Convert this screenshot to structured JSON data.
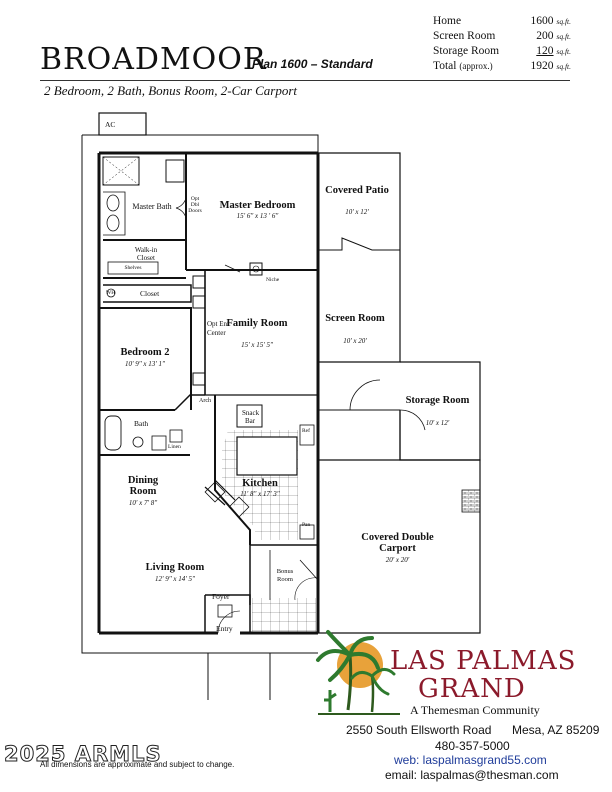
{
  "header": {
    "title": "BROADMOOR",
    "plan": "Plan 1600 – Standard",
    "subtitle": "2 Bedroom, 2 Bath, Bonus Room, 2-Car Carport"
  },
  "areas": [
    {
      "label": "Home",
      "value": "1600",
      "unit": "sq.ft."
    },
    {
      "label": "Screen Room",
      "value": "200",
      "unit": "sq.ft."
    },
    {
      "label": "Storage Room",
      "value": "120",
      "unit": "sq.ft."
    },
    {
      "label": "Total",
      "qualifier": "(approx.)",
      "value": "1920",
      "unit": "sq.ft."
    }
  ],
  "floorplan": {
    "ac": "AC",
    "master_bedroom": {
      "name": "Master Bedroom",
      "dim": "15' 6\" x 13 ' 6\""
    },
    "master_bath": {
      "name": "Master Bath"
    },
    "opt_dbl_doors": "Opt Dbl Doors",
    "walkin_closet": "Walk-in Closet",
    "shelves": "Shelves",
    "niche": "Niche",
    "closet": "Closet",
    "wh": "WH",
    "covered_patio": {
      "name": "Covered Patio",
      "dim": "10' x 12'"
    },
    "family_room": {
      "name": "Family Room",
      "dim": "15' x 15' 5\""
    },
    "opt_ent_center": "Opt Ent Center",
    "bedroom2": {
      "name": "Bedroom 2",
      "dim": "10' 9\" x 13' 1\""
    },
    "screen_room": {
      "name": "Screen Room",
      "dim": "10' x 20'"
    },
    "storage_room": {
      "name": "Storage Room",
      "dim": "10' x 12'"
    },
    "arch": "Arch",
    "bath": "Bath",
    "linen": "Linen",
    "pan": "Pan",
    "ref": "Ref",
    "snack_bar": "Snack Bar",
    "kitchen": {
      "name": "Kitchen",
      "dim": "11' 8\" x 17' 3\""
    },
    "dining_room": {
      "name": "Dining Room",
      "dim": "10' x 7' 8\""
    },
    "bonus_room": "Bonus Room",
    "carport": {
      "name": "Covered Double Carport",
      "dim": "20' x 20'"
    },
    "living_room": {
      "name": "Living Room",
      "dim": "12' 9\" x 14' 5\""
    },
    "foyer": "Foyer",
    "entry": "Entry"
  },
  "branding": {
    "line1": "LAS PALMAS",
    "line2": "GRAND",
    "tagline": "A Themesman Community",
    "address": "2550 South Ellsworth Road",
    "city": "Mesa, AZ 85209",
    "phone": "480-357-5000",
    "web": "web: laspalmasgrand55.com",
    "email": "email: laspalmas@thesman.com"
  },
  "watermark": "2025 ARMLS",
  "disclaimer": "All dimensions are approximate and subject to change.",
  "colors": {
    "brand": "#8b1a2b",
    "palm": "#2e7a2e",
    "sun": "#e8a23a",
    "link": "#1f3c9a"
  }
}
